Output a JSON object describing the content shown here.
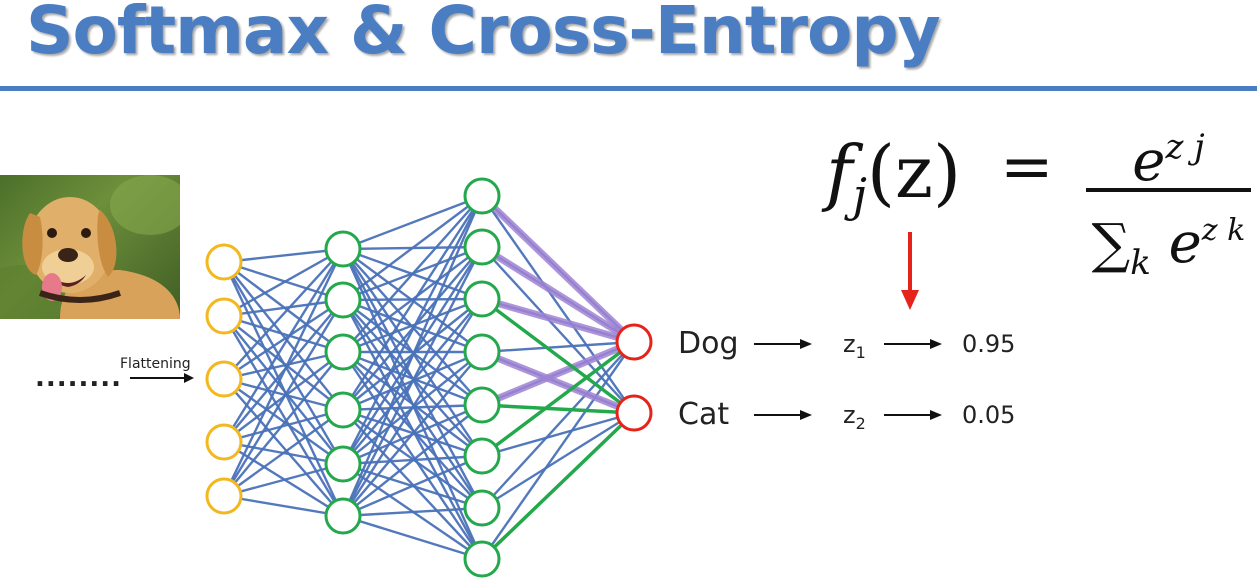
{
  "title": "Softmax & Cross-Entropy",
  "image": {
    "subject": "dog-photo"
  },
  "dots": "........",
  "flattening_label": "Flattening",
  "classes": [
    {
      "label": "Dog",
      "z": "z",
      "z_sub": "1",
      "prob": "0.95"
    },
    {
      "label": "Cat",
      "z": "z",
      "z_sub": "2",
      "prob": "0.05"
    }
  ],
  "formula": {
    "lhs_f": "f",
    "lhs_sub": "j",
    "lhs_arg": "(z)",
    "eq": "=",
    "num_base": "e",
    "num_exp": "z j",
    "den_sum": "∑",
    "den_sub": "k",
    "den_base": "e",
    "den_exp": "z k"
  },
  "colors": {
    "title": "#4A7DC1",
    "rule": "#4A7DC1",
    "input_node": "#F3B81E",
    "hidden_node": "#23A84B",
    "output_node": "#E5231A",
    "edge": "#4A72B8",
    "highlight_purple": "#A083D3",
    "highlight_green": "#23A84B",
    "arrow_red": "#E5231A"
  }
}
